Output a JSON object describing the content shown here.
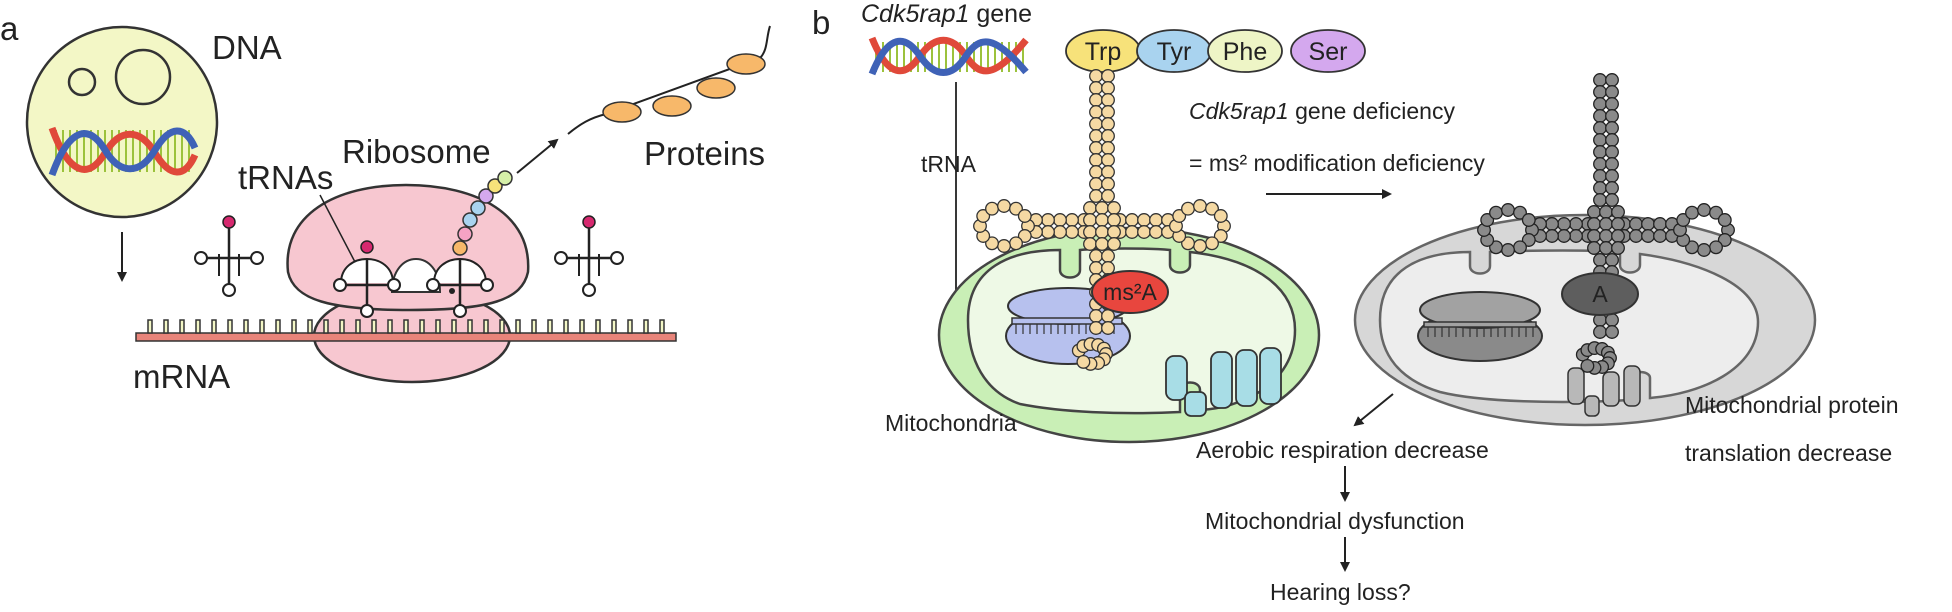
{
  "panel_a": {
    "letter": "a",
    "dna": "DNA",
    "trnas": "tRNAs",
    "ribosome": "Ribosome",
    "proteins": "Proteins",
    "mrna": "mRNA"
  },
  "panel_b": {
    "letter": "b",
    "gene_name": "Cdk5rap1",
    "gene_suffix": " gene",
    "amino_acids": [
      "Trp",
      "Tyr",
      "Phe",
      "Ser"
    ],
    "trna": "tRNA",
    "deficiency_gene": "Cdk5rap1",
    "deficiency_suffix": " gene deficiency",
    "ms2_line": "= ms² modification deficiency",
    "ms2a": "ms²A",
    "a_label": "A",
    "mitochondria": "Mitochondria",
    "translation_line1": "Mitochondrial protein",
    "translation_line2": "translation decrease",
    "outcomes": [
      "Aerobic respiration decrease",
      "Mitochondrial dysfunction",
      "Hearing loss?"
    ]
  },
  "colors": {
    "dna_circle": "#f3f7c6",
    "ribosome": "#f7c7d0",
    "mrna": "#e8847a",
    "protein_bead": "#f7b86a",
    "trp": "#f7e27a",
    "tyr": "#a9d3ef",
    "phe": "#eef5c6",
    "ser": "#d4a8ee",
    "trna_bead": "#f5d9a3",
    "trna_bead_gray": "#8a8a8a",
    "mito_outer": "#c9efb6",
    "mito_inner": "#eef9e6",
    "mito_ribosome": "#b7c1ee",
    "ms2a_fill": "#e8463e",
    "complex": "#a8dde6",
    "gray_outer": "#d7d7d7",
    "gray_inner": "#ededed"
  }
}
